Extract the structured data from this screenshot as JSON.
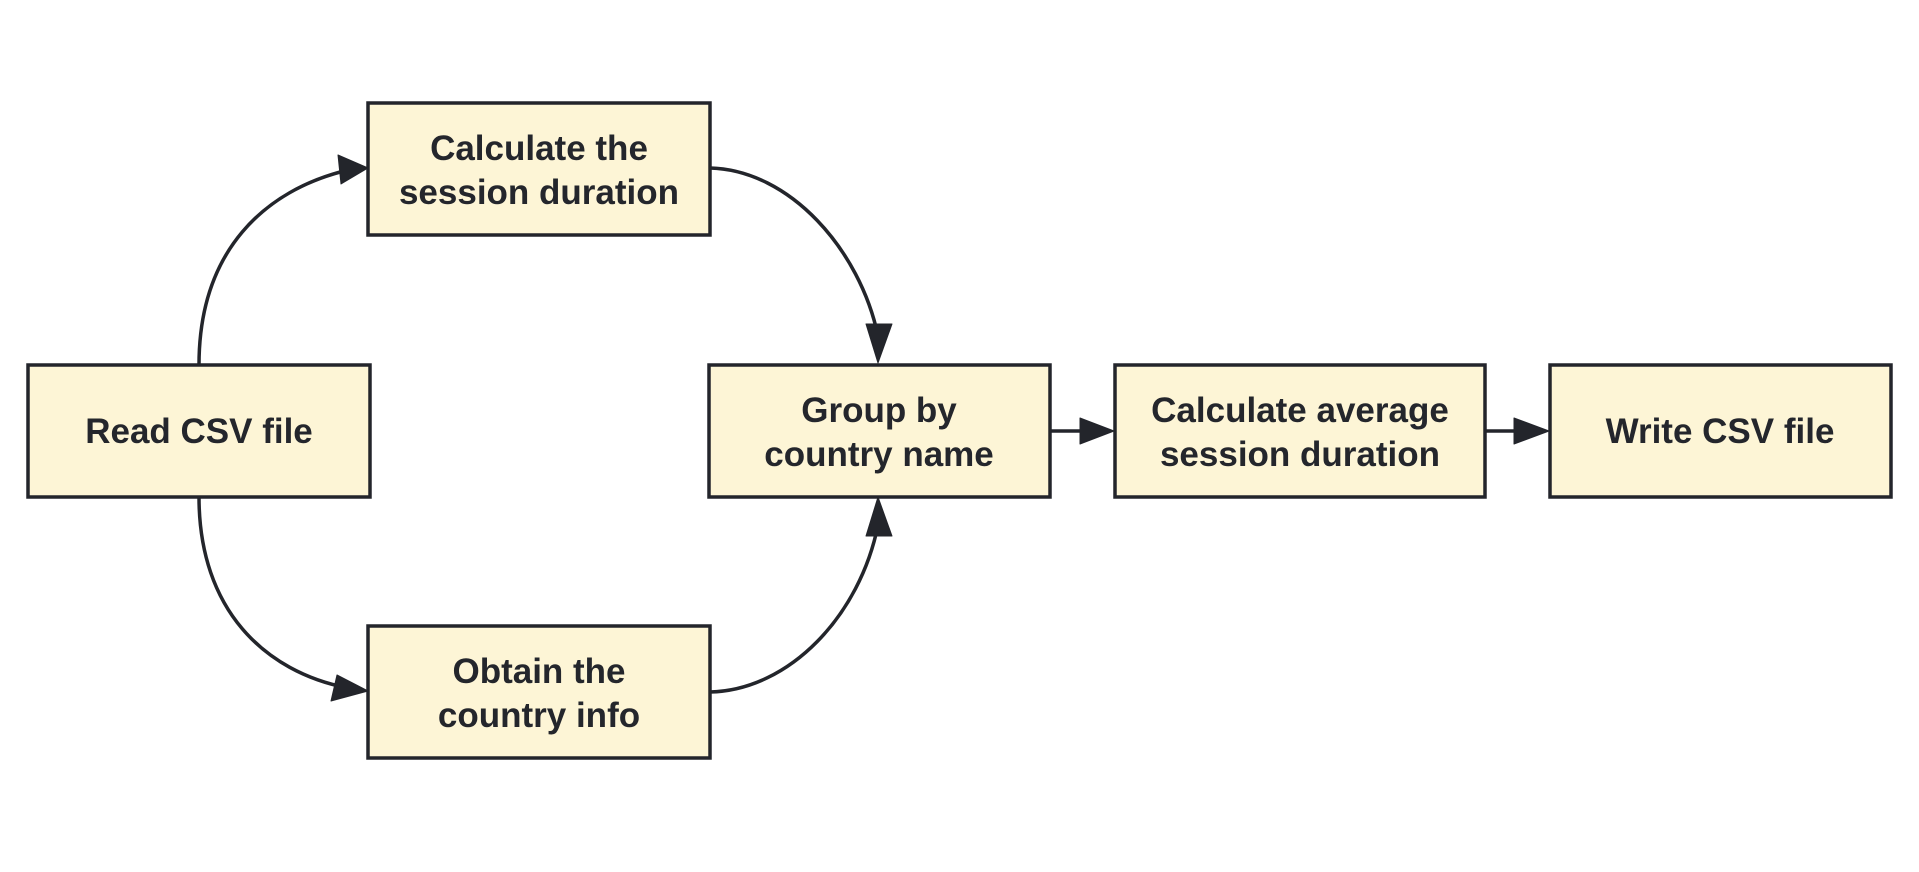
{
  "diagram": {
    "nodes": [
      {
        "id": "read",
        "lines": [
          "Read CSV file"
        ]
      },
      {
        "id": "session",
        "lines": [
          "Calculate the",
          "session duration"
        ]
      },
      {
        "id": "country",
        "lines": [
          "Obtain the",
          "country info"
        ]
      },
      {
        "id": "group",
        "lines": [
          "Group by",
          "country name"
        ]
      },
      {
        "id": "average",
        "lines": [
          "Calculate average",
          "session duration"
        ]
      },
      {
        "id": "write",
        "lines": [
          "Write CSV file"
        ]
      }
    ],
    "edges": [
      {
        "from": "read",
        "to": "session"
      },
      {
        "from": "read",
        "to": "country"
      },
      {
        "from": "session",
        "to": "group"
      },
      {
        "from": "country",
        "to": "group"
      },
      {
        "from": "group",
        "to": "average"
      },
      {
        "from": "average",
        "to": "write"
      }
    ],
    "colors": {
      "box_fill": "#fdf5d6",
      "box_stroke": "#23252b",
      "text": "#24262c"
    }
  }
}
